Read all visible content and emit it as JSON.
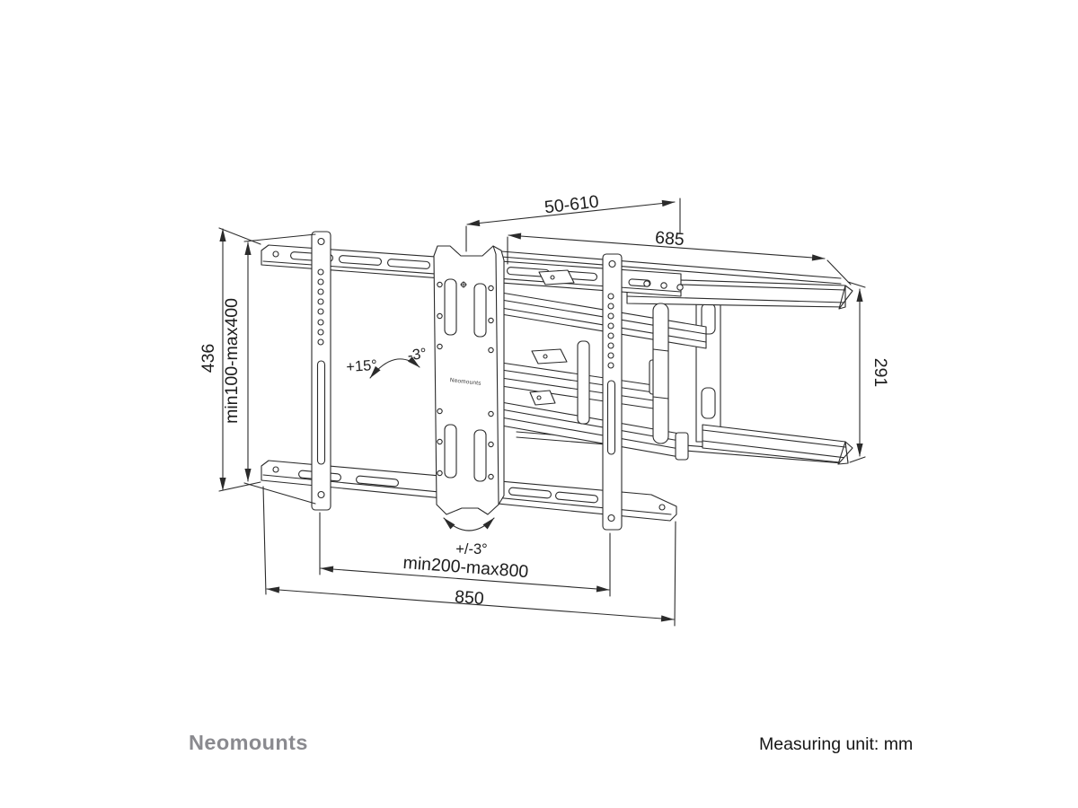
{
  "drawing": {
    "dim_top_extension": "50-610",
    "dim_arm_length": "685",
    "dim_bracket_height": "436",
    "dim_vesa_height_range": "min100-max400",
    "dim_wall_plate_height": "291",
    "dim_tilt_up": "+15°",
    "dim_tilt_down": "-3°",
    "dim_swivel": "+/-3°",
    "dim_vesa_width_range": "min200-max800",
    "dim_total_width": "850",
    "plate_brand": "Neomounts"
  },
  "footer": {
    "brand_logo": "Neomounts",
    "measuring_unit": "Measuring unit: mm"
  },
  "colors": {
    "line": "#2b2b2b",
    "background": "#ffffff",
    "logo_gray": "#8a8a8f"
  }
}
